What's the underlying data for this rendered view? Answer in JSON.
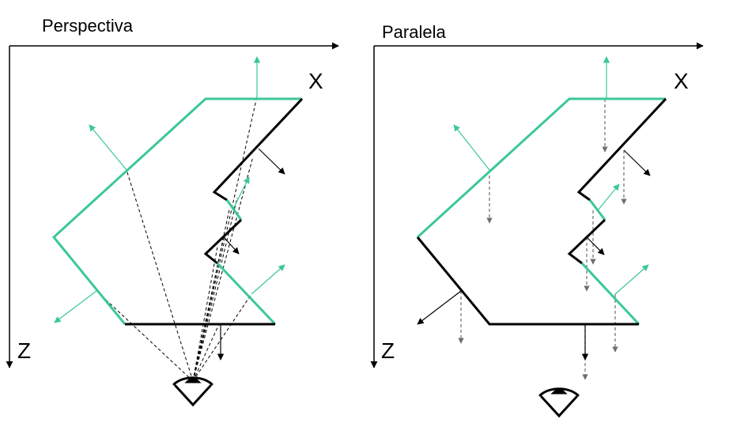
{
  "colors": {
    "visible_edge": "#3cc79a",
    "hidden_edge": "#000000",
    "normal_visible": "#3cc79a",
    "normal_hidden": "#000000",
    "sight_line": "#000000",
    "projection_line": "#6e6e6e",
    "axis": "#000000"
  },
  "panels": [
    {
      "id": "perspective",
      "title": "Perspectiva",
      "x_axis_label": "X",
      "z_axis_label": "Z",
      "projection": "perspective",
      "eye_icon": "eye-icon"
    },
    {
      "id": "parallel",
      "title": "Paralela",
      "x_axis_label": "X",
      "z_axis_label": "Z",
      "projection": "parallel",
      "eye_icon": "eye-icon"
    }
  ]
}
